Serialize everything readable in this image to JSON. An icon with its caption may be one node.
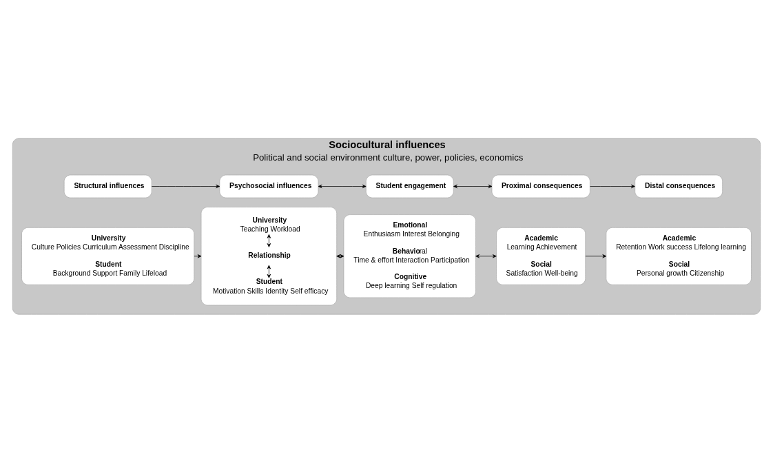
{
  "diagram": {
    "nodes": [
      {
        "text": [
          "Sociocultural influences",
          "Political and social environment culture, power, policies, economics"
        ]
      },
      {
        "text": [
          "Structural influences"
        ],
        "in": 0
      },
      {
        "text": [
          "Psychosocial influences"
        ],
        "in": 0
      },
      {
        "text": [
          "Student engagement"
        ],
        "in": 0
      },
      {
        "text": [
          "Proximal consequences"
        ],
        "in": 0
      },
      {
        "text": [
          "Distal consequences"
        ],
        "in": 0
      },
      {
        "text": [
          "University",
          "Culture Policies Curriculum Assessment Discipline",
          "Student",
          "Background Support Family Lifeload"
        ],
        "in": 0
      },
      {
        "text": [],
        "shape": "box",
        "in": 0
      },
      {
        "text": [
          "University",
          "Teaching Workload"
        ],
        "in": 7
      },
      {
        "text": [
          "Relationship"
        ],
        "in": 7
      },
      {
        "text": [
          "Student",
          "Motivation Skills Identity Self efficacy"
        ],
        "in": 7
      },
      {
        "text": [
          "Emotional",
          "Enthusiasm Interest Belonging",
          "**Behavio**ral",
          "Time & effort Interaction Participation",
          "Cognitive",
          "Deep learning Self regulation"
        ],
        "in": 0
      },
      {
        "text": [
          "Academic",
          "Learning Achievement",
          "Social",
          "Satisfaction Well-being"
        ],
        "in": 0
      },
      {
        "text": [
          "Academic",
          "Retention Work success Lifelong learning",
          "Social",
          "Personal growth Citizenship"
        ],
        "in": 0
      }
    ],
    "edges": [
      {
        "from": 1,
        "to": 2,
        "arrow": "to"
      },
      {
        "from": 2,
        "to": 3,
        "arrow": "both"
      },
      {
        "from": 3,
        "to": 4,
        "arrow": "both"
      },
      {
        "from": 4,
        "to": 5,
        "arrow": "to"
      },
      {
        "from": 6,
        "to": 7,
        "arrow": "to"
      },
      {
        "from": 7,
        "to": 11,
        "arrow": "both"
      },
      {
        "from": 11,
        "to": 12,
        "arrow": "both"
      },
      {
        "from": 12,
        "to": 13,
        "arrow": "to"
      },
      {
        "from": 8,
        "to": 9,
        "arrow": "both"
      },
      {
        "from": 9,
        "to": 10,
        "arrow": "both"
      }
    ]
  }
}
